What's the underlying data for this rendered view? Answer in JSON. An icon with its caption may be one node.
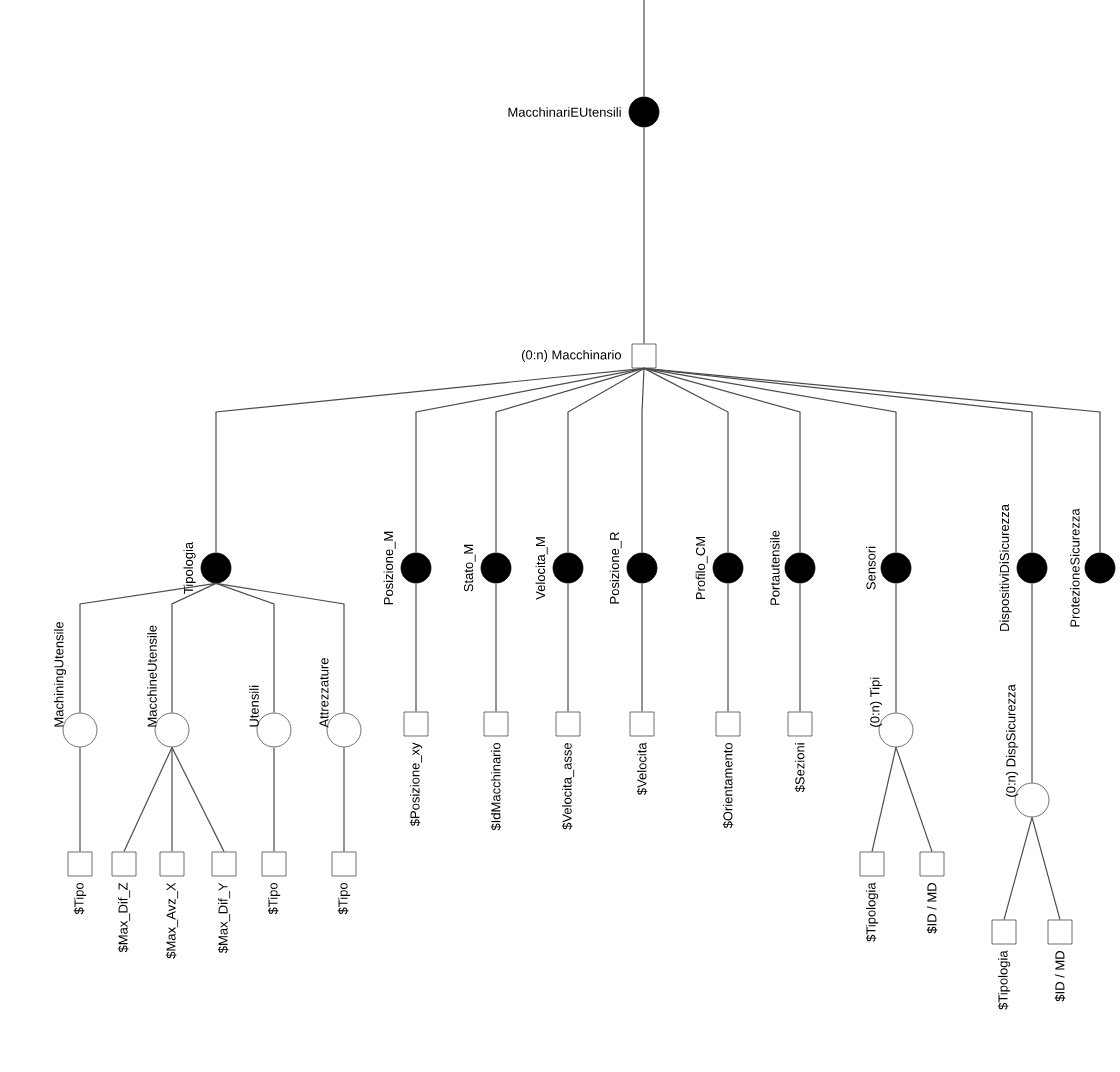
{
  "diagram": {
    "nodes": [
      {
        "text": [
          "MacchinariEUtensili"
        ]
      },
      {
        "text": [
          "(0:n) Macchinario"
        ]
      },
      {
        "text": [
          "Tipologia"
        ]
      },
      {
        "text": [
          "Posizione_M"
        ]
      },
      {
        "text": [
          "Stato_M"
        ]
      },
      {
        "text": [
          "Velocita_M"
        ]
      },
      {
        "text": [
          "Posizione_R"
        ]
      },
      {
        "text": [
          "Profilo_CM"
        ]
      },
      {
        "text": [
          "Portautensile"
        ]
      },
      {
        "text": [
          "Sensori"
        ]
      },
      {
        "text": [
          "DispositiviDiSicurezza"
        ]
      },
      {
        "text": [
          "ProtezioneSicurezza"
        ]
      },
      {
        "text": [
          "MachiningUtensile"
        ]
      },
      {
        "text": [
          "MacchineUtensile"
        ]
      },
      {
        "text": [
          "Utensili"
        ]
      },
      {
        "text": [
          "Attrezzature"
        ]
      },
      {
        "text": [
          "$Tipo"
        ]
      },
      {
        "text": [
          "$Max_Dif_Z"
        ]
      },
      {
        "text": [
          "$Max_Avz_X"
        ]
      },
      {
        "text": [
          "$Max_Dif_Y"
        ]
      },
      {
        "text": [
          "$Tipo"
        ]
      },
      {
        "text": [
          "$Tipo"
        ]
      },
      {
        "text": [
          "$Posizione_xy"
        ]
      },
      {
        "text": [
          "$IdMacchinario"
        ]
      },
      {
        "text": [
          "$Velocita_asse"
        ]
      },
      {
        "text": [
          "$Velocita"
        ]
      },
      {
        "text": [
          "$Orientamento"
        ]
      },
      {
        "text": [
          "$Sezioni"
        ]
      },
      {
        "text": [
          "(0:n) Tipi"
        ]
      },
      {
        "text": [
          "$Tipologia"
        ]
      },
      {
        "text": [
          "$ID / MD"
        ]
      },
      {
        "text": [
          "(0:n) DispSicurezza"
        ]
      },
      {
        "text": [
          "$Tipologia"
        ]
      },
      {
        "text": [
          "$ID / MD"
        ]
      }
    ],
    "edges": [
      {
        "from": null,
        "to": 0,
        "arrow": "none"
      },
      {
        "from": 0,
        "to": 1,
        "arrow": "none"
      },
      {
        "from": 1,
        "to": 2,
        "arrow": "none"
      },
      {
        "from": 1,
        "to": 3,
        "arrow": "none"
      },
      {
        "from": 1,
        "to": 4,
        "arrow": "none"
      },
      {
        "from": 1,
        "to": 5,
        "arrow": "none"
      },
      {
        "from": 1,
        "to": 6,
        "arrow": "none"
      },
      {
        "from": 1,
        "to": 7,
        "arrow": "none"
      },
      {
        "from": 1,
        "to": 8,
        "arrow": "none"
      },
      {
        "from": 1,
        "to": 9,
        "arrow": "none"
      },
      {
        "from": 1,
        "to": 10,
        "arrow": "none"
      },
      {
        "from": 1,
        "to": 11,
        "arrow": "none"
      },
      {
        "from": 2,
        "to": 12,
        "arrow": "none"
      },
      {
        "from": 2,
        "to": 13,
        "arrow": "none"
      },
      {
        "from": 2,
        "to": 14,
        "arrow": "none"
      },
      {
        "from": 2,
        "to": 15,
        "arrow": "none"
      },
      {
        "from": 12,
        "to": 16,
        "arrow": "none"
      },
      {
        "from": 13,
        "to": 17,
        "arrow": "none"
      },
      {
        "from": 13,
        "to": 18,
        "arrow": "none"
      },
      {
        "from": 13,
        "to": 19,
        "arrow": "none"
      },
      {
        "from": 14,
        "to": 20,
        "arrow": "none"
      },
      {
        "from": 15,
        "to": 21,
        "arrow": "none"
      },
      {
        "from": 3,
        "to": 22,
        "arrow": "none"
      },
      {
        "from": 4,
        "to": 23,
        "arrow": "none"
      },
      {
        "from": 5,
        "to": 24,
        "arrow": "none"
      },
      {
        "from": 6,
        "to": 25,
        "arrow": "none"
      },
      {
        "from": 7,
        "to": 26,
        "arrow": "none"
      },
      {
        "from": 8,
        "to": 27,
        "arrow": "none"
      },
      {
        "from": 9,
        "to": 28,
        "arrow": "none"
      },
      {
        "from": 28,
        "to": 29,
        "arrow": "none"
      },
      {
        "from": 28,
        "to": 30,
        "arrow": "none"
      },
      {
        "from": 10,
        "to": 31,
        "arrow": "none"
      },
      {
        "from": 31,
        "to": 32,
        "arrow": "none"
      },
      {
        "from": 31,
        "to": 33,
        "arrow": "none"
      }
    ]
  }
}
